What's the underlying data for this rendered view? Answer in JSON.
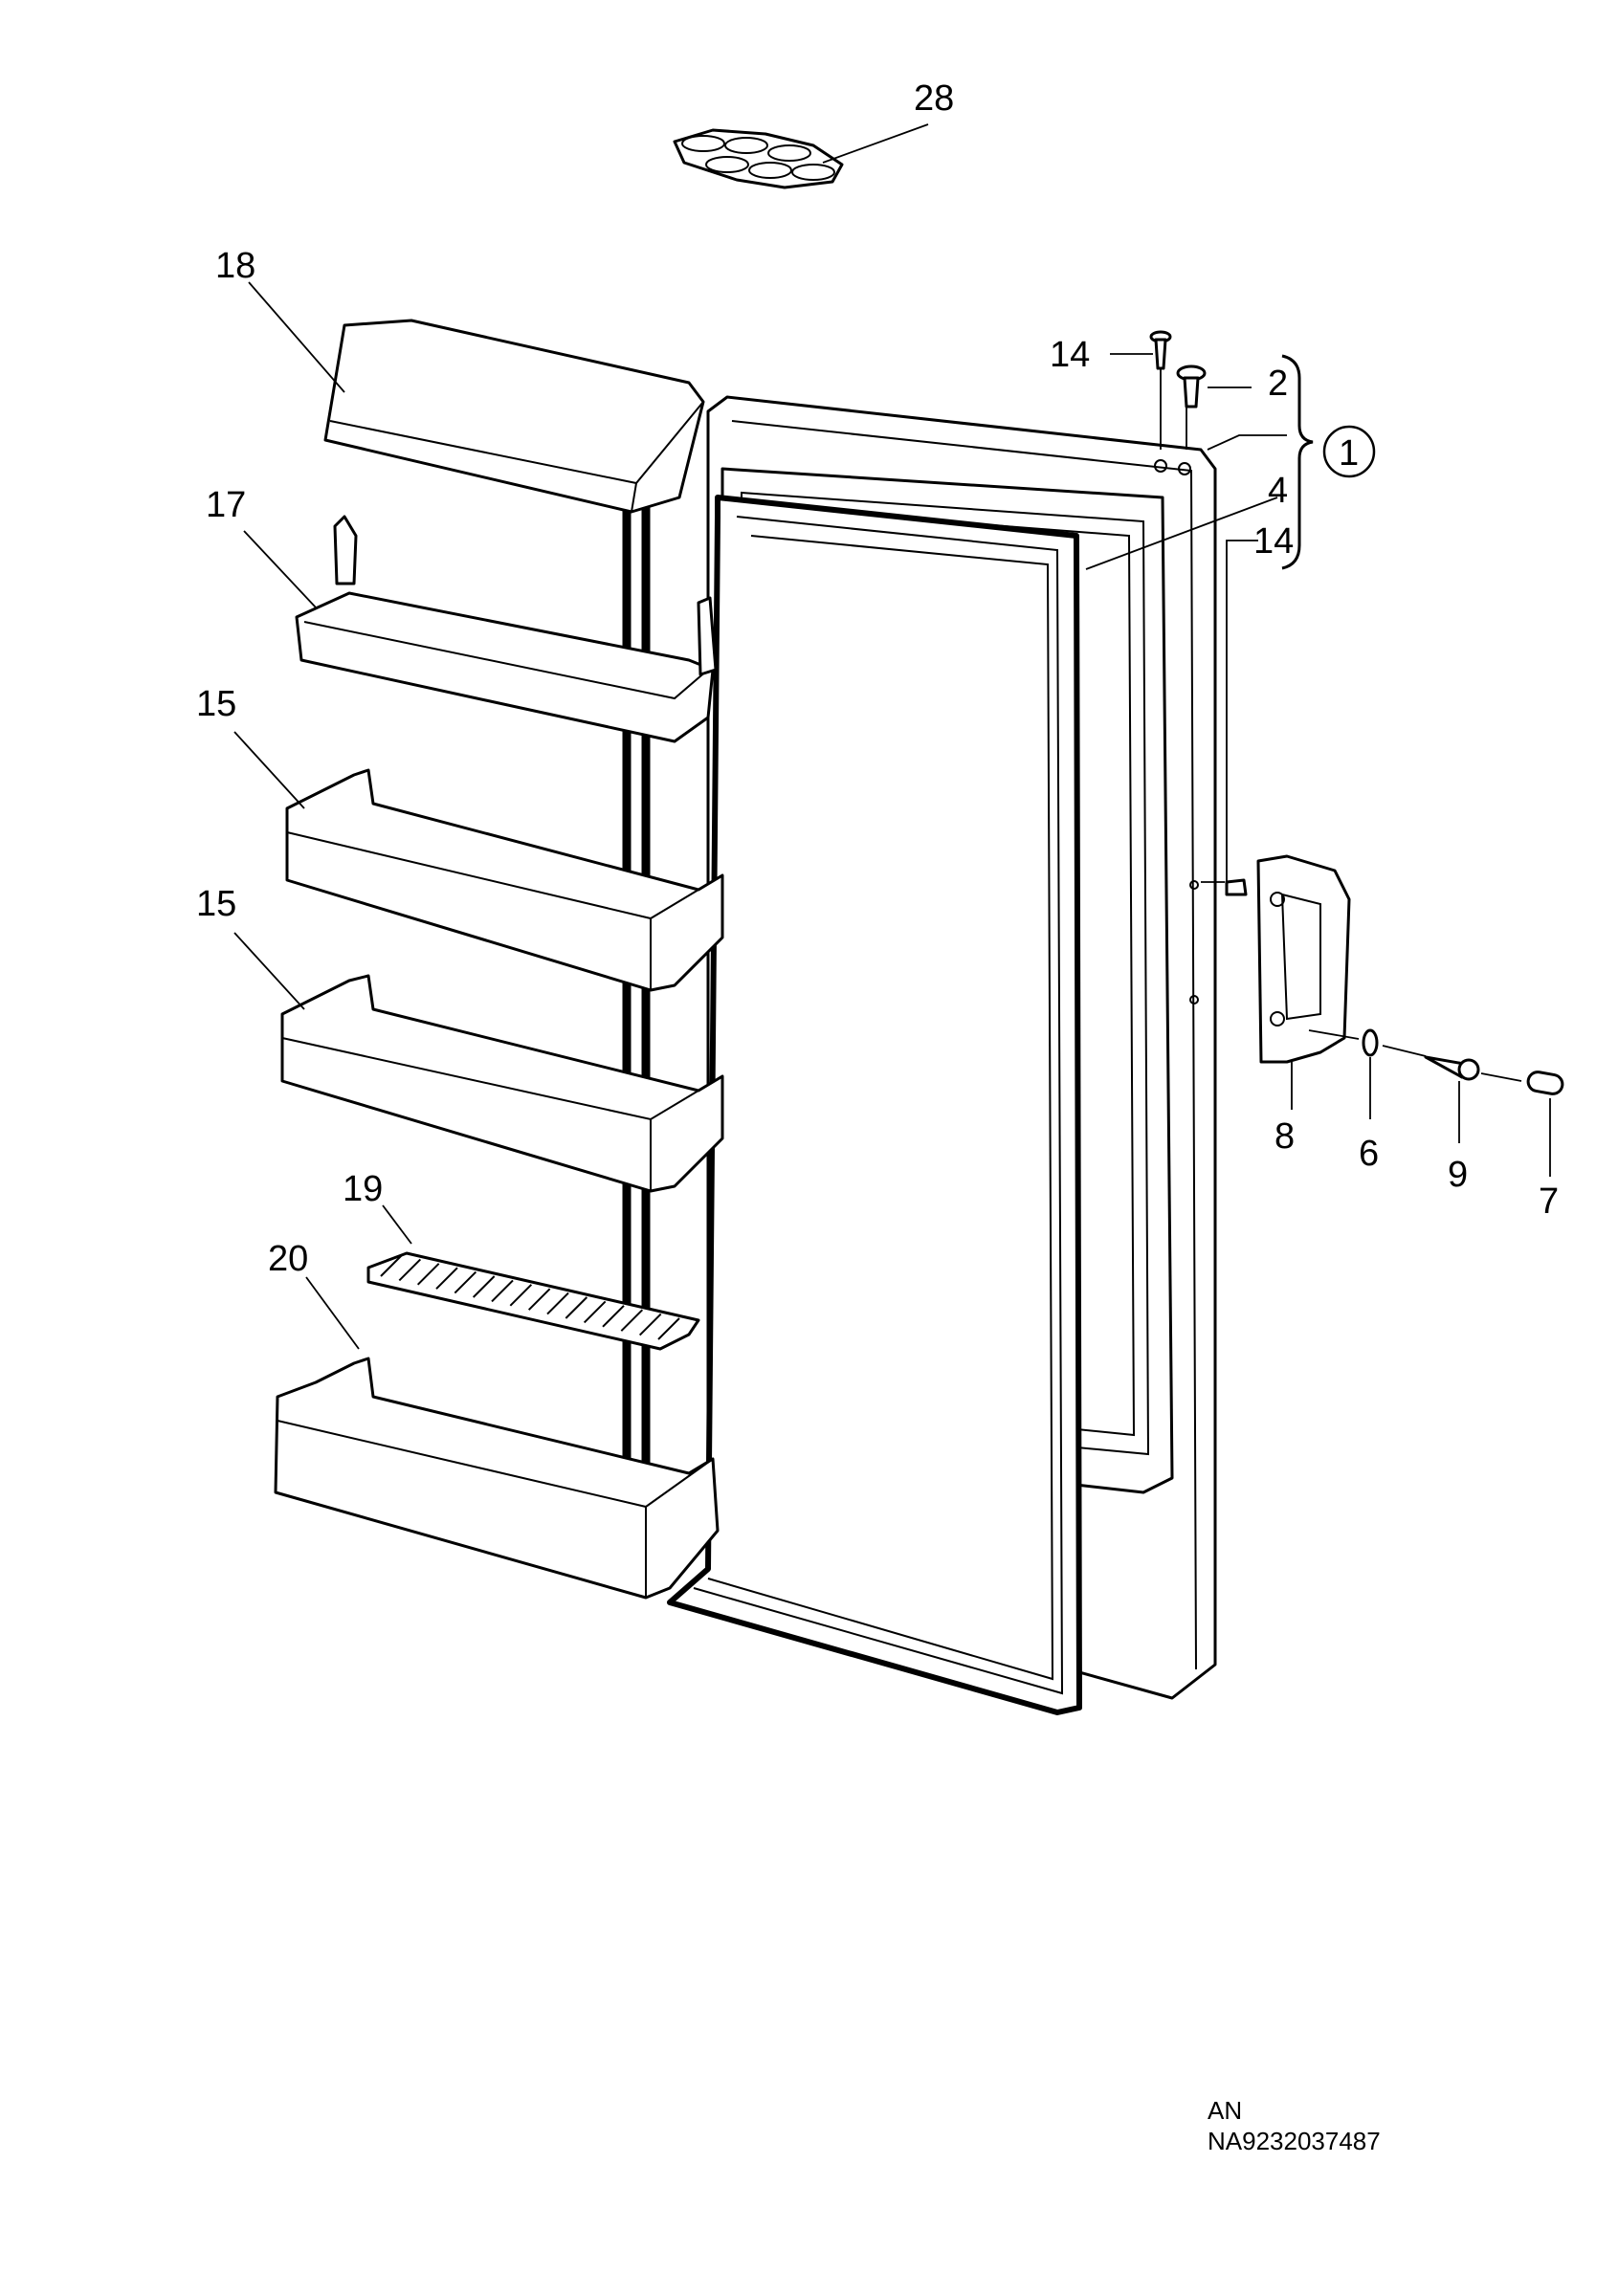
{
  "diagram": {
    "callouts": [
      {
        "id": "c28",
        "label": "28"
      },
      {
        "id": "c18",
        "label": "18"
      },
      {
        "id": "c14a",
        "label": "14"
      },
      {
        "id": "c2",
        "label": "2"
      },
      {
        "id": "c1",
        "label": "1"
      },
      {
        "id": "c4",
        "label": "4"
      },
      {
        "id": "c14b",
        "label": "14"
      },
      {
        "id": "c17",
        "label": "17"
      },
      {
        "id": "c15a",
        "label": "15"
      },
      {
        "id": "c15b",
        "label": "15"
      },
      {
        "id": "c19",
        "label": "19"
      },
      {
        "id": "c20",
        "label": "20"
      },
      {
        "id": "c8",
        "label": "8"
      },
      {
        "id": "c6",
        "label": "6"
      },
      {
        "id": "c9",
        "label": "9"
      },
      {
        "id": "c7",
        "label": "7"
      }
    ],
    "footer": {
      "line1": "AN",
      "line2": "NA9232037487"
    }
  }
}
